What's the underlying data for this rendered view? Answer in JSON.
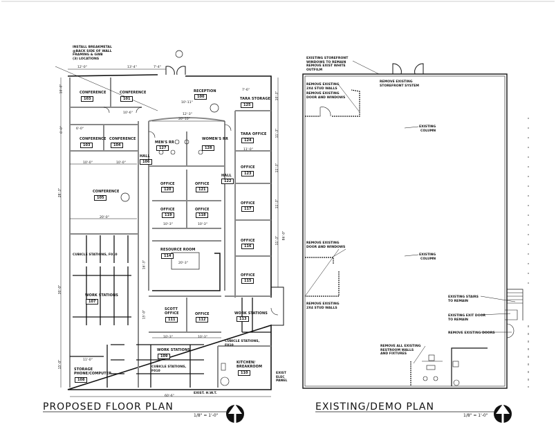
{
  "proposed_plan": {
    "title": "PROPOSED FLOOR PLAN",
    "scale": "1/8\" = 1'-0\"",
    "top_note": "INSTALL BREAKMETAL\n@BACK SIDE OF WALL\nFRAMING & GWB\n(3) LOCATIONS",
    "rooms": [
      {
        "name": "CONFERENCE",
        "number": "103"
      },
      {
        "name": "CONFERENCE",
        "number": "101"
      },
      {
        "name": "RECEPTION",
        "number": "100"
      },
      {
        "name": "TARA STORAGE",
        "number": "125"
      },
      {
        "name": "CONFERENCE",
        "number": "103"
      },
      {
        "name": "CONFERENCE",
        "number": "104"
      },
      {
        "name": "MEN'S RR",
        "number": "127"
      },
      {
        "name": "WOMEN'S RR",
        "number": "128"
      },
      {
        "name": "TARA OFFICE",
        "number": "124"
      },
      {
        "name": "HALL",
        "number": "106"
      },
      {
        "name": "OFFICE",
        "number": "123"
      },
      {
        "name": "OFFICE",
        "number": "120"
      },
      {
        "name": "OFFICE",
        "number": "121"
      },
      {
        "name": "HALL",
        "number": "122"
      },
      {
        "name": "CONFERENCE",
        "number": "105"
      },
      {
        "name": "OFFICE",
        "number": "119"
      },
      {
        "name": "OFFICE",
        "number": "118"
      },
      {
        "name": "OFFICE",
        "number": "117"
      },
      {
        "name": "OFFICE",
        "number": "116"
      },
      {
        "name": "RESOURCE ROOM",
        "number": "114"
      },
      {
        "name": "OFFICE",
        "number": "115"
      },
      {
        "name": "WORK STATIONS",
        "number": "107"
      },
      {
        "name": "SCOTT\nOFFICE",
        "number": "111"
      },
      {
        "name": "OFFICE",
        "number": "112"
      },
      {
        "name": "WORK STATIONS",
        "number": "113"
      },
      {
        "name": "WORK STATIONS",
        "number": "109"
      },
      {
        "name": "STORAGE\nPHONE/COMPUTER",
        "number": "108"
      },
      {
        "name": "KITCHEN/\nBREAKROOM",
        "number": "110"
      }
    ],
    "notes": [
      "CUBICLE STATIONS, F010",
      "CUBICLE STATIONS,\nF010",
      "CUBICLE STATIONS,\nF010",
      "EXIST\nELEC\nPANEL",
      "EXIST. H.W.T."
    ],
    "dimensions": [
      "12'-0\"",
      "13'-4\"",
      "7'-4\"",
      "10'-11\"",
      "12'-3\"",
      "20'-10\"",
      "10'-6\"",
      "6'-0\"",
      "10'-0\"",
      "10'-0\"",
      "20'-0\"",
      "10'-3\"",
      "10'-3\"",
      "20'-3\"",
      "10'-3\"",
      "10'-3\"",
      "11'-0\"",
      "60'-6\"",
      "7'-6\"",
      "11'-0\"",
      "10'-0\"",
      "6'-0\"",
      "28'-3\"",
      "30'-0\"",
      "15'-0\"",
      "16'-3\"",
      "15'-0\"",
      "10'-3\"",
      "11'-3\"",
      "11'-3\"",
      "11'-3\"",
      "11'-3\"",
      "86'-0\""
    ]
  },
  "existing_plan": {
    "title": "EXISTING/DEMO PLAN",
    "scale": "1/8\" = 1'-0\"",
    "notes": [
      "EXISTING STOREFRONT\nWINDOWS TO REMAIN\nREMOVE EXIST WHITE\nOUTFILM",
      "REMOVE EXISTING\nSTOREFRONT SYSTEM",
      "REMOVE EXISTING\n2X4 STUD WALLS",
      "REMOVE EXISTING\nDOOR AND WINDOWS",
      "EXISTING\nCOLUMN",
      "REMOVE EXISTING\nDOOR AND WINDOWS",
      "EXISTING\nCOLUMN",
      "REMOVE EXISTING\n2X4 STUD WALLS",
      "EXISTING STAIRS\nTO REMAIN",
      "EXISTING EXIT DOOR\nTO REMAIN",
      "REMOVE EXISTING DOORS",
      "REMOVE ALL EXISTING\nRESTROOM WALLS\nAND FIXTURES"
    ]
  }
}
